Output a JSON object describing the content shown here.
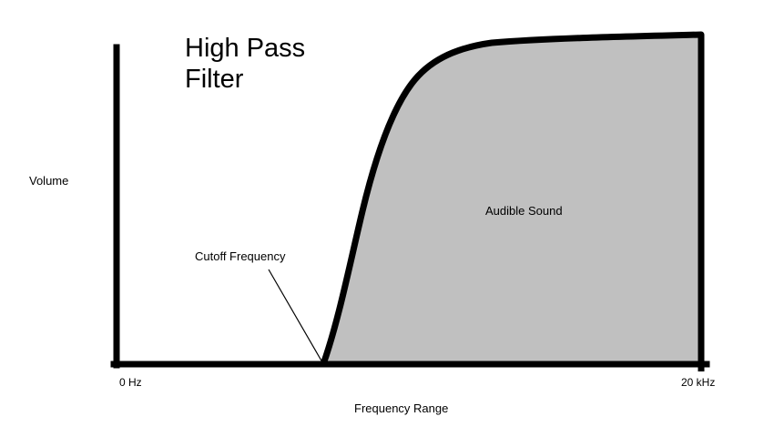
{
  "figure": {
    "title_line1": "High Pass",
    "title_line2": "Filter",
    "background_color": "#ffffff",
    "axis_color": "#000000",
    "fill_color": "#c0c0c0",
    "curve_color": "#000000",
    "leader_color": "#000000"
  },
  "labels": {
    "y_axis_title": "Volume",
    "x_axis_title": "Frequency Range",
    "x_tick_min": "0 Hz",
    "x_tick_max": "20 kHz",
    "cutoff_annotation": "Cutoff Frequency",
    "region_annotation": "Audible Sound"
  },
  "chart_data": {
    "type": "area",
    "title": "High Pass Filter",
    "xlabel": "Frequency Range",
    "ylabel": "Volume",
    "xlim": [
      0,
      20
    ],
    "ylim": [
      0,
      1
    ],
    "x_unit": "kHz",
    "x_tick_labels": [
      "0 Hz",
      "20 kHz"
    ],
    "x_tick_values": [
      0,
      20
    ],
    "grid": false,
    "legend": false,
    "annotations": [
      {
        "text": "Cutoff Frequency",
        "points_to_x": 7.0,
        "points_to_y": 0.0,
        "description": "leader line from label down-right to the foot of the rising curve"
      },
      {
        "text": "Audible Sound",
        "at_x": 13.5,
        "at_y": 0.46,
        "description": "label centered inside the shaded pass band region"
      }
    ],
    "series": [
      {
        "name": "High pass filter response",
        "fill": true,
        "fill_color": "#c0c0c0",
        "line_color": "#000000",
        "x": [
          7.0,
          7.4,
          7.9,
          8.4,
          9.0,
          9.7,
          10.4,
          11.2,
          12.1,
          13.2,
          14.5,
          16.0,
          17.6,
          19.0,
          20.0
        ],
        "y": [
          0.0,
          0.1,
          0.21,
          0.32,
          0.44,
          0.56,
          0.67,
          0.76,
          0.83,
          0.88,
          0.92,
          0.95,
          0.97,
          0.99,
          1.0
        ]
      }
    ],
    "notes": "Volume is zero from 0 Hz up to the cutoff frequency, then rises steeply and plateaus at full volume toward 20 kHz. The shaded region under the curve is the audible (passed) sound."
  }
}
